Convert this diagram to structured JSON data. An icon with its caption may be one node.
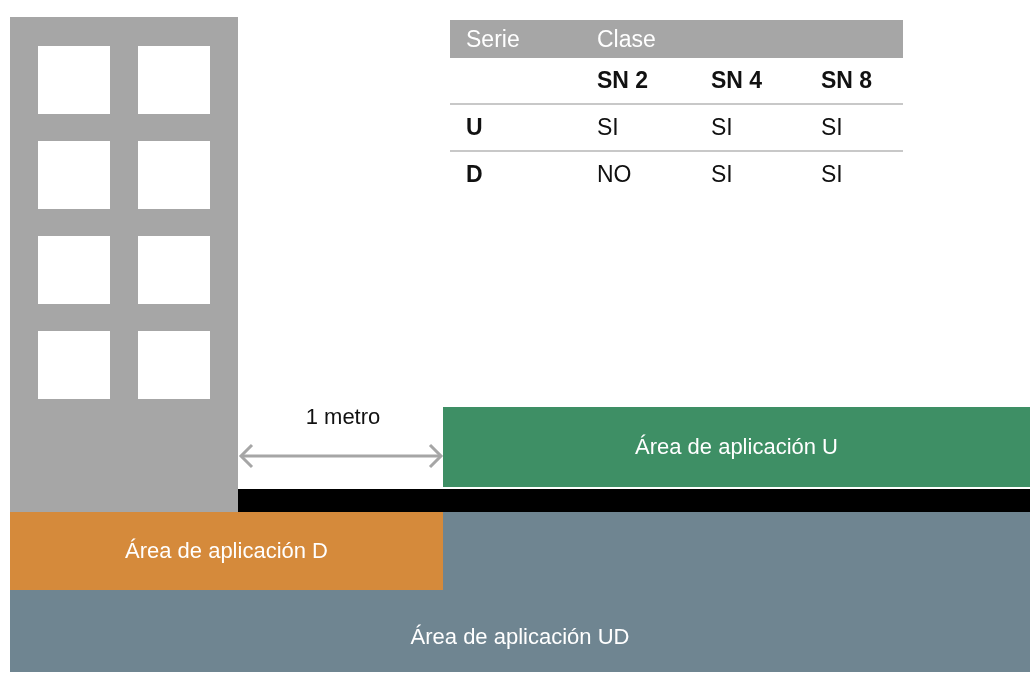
{
  "diagram": {
    "nodes": [
      {
        "text": [
          "Área de aplicación U"
        ]
      },
      {
        "text": [
          "Área de aplicación UD"
        ]
      },
      {
        "text": [
          "Área de aplicación D"
        ],
        "in": 1
      }
    ],
    "labels": [
      "Serie",
      "Clase",
      "SN 2",
      "SN 4",
      "SN 8",
      "U",
      "SI",
      "SI",
      "SI",
      "D",
      "NO",
      "SI",
      "SI",
      "1 metro"
    ]
  }
}
